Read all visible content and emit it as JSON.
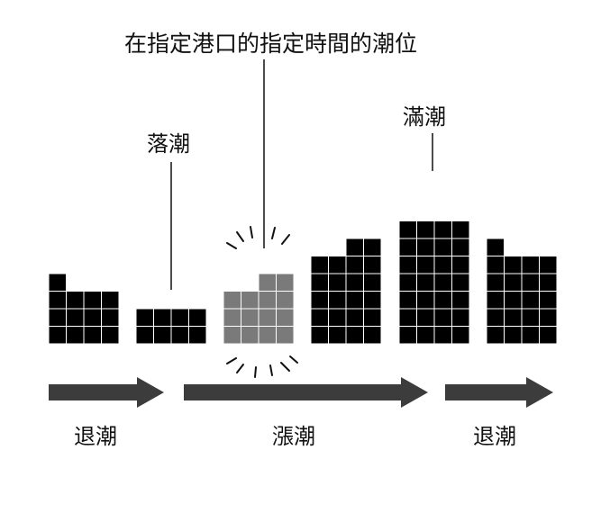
{
  "labels": {
    "title": "在指定港口的指定時間的潮位",
    "low_tide": "落潮",
    "high_tide": "滿潮",
    "ebb_1": "退潮",
    "flood": "漲潮",
    "ebb_2": "退潮"
  },
  "colors": {
    "block": "#000000",
    "highlight_block": "#7a7a7a",
    "grid_line": "#ffffff",
    "arrow": "#3c3c3c",
    "leader_line": "#111111"
  },
  "tide_stages": [
    {
      "name": "falling",
      "highlighted": false
    },
    {
      "name": "low-tide",
      "highlighted": false
    },
    {
      "name": "current-tide",
      "highlighted": true
    },
    {
      "name": "rising",
      "highlighted": false
    },
    {
      "name": "high-tide",
      "highlighted": false
    },
    {
      "name": "falling-after-high",
      "highlighted": false
    }
  ]
}
